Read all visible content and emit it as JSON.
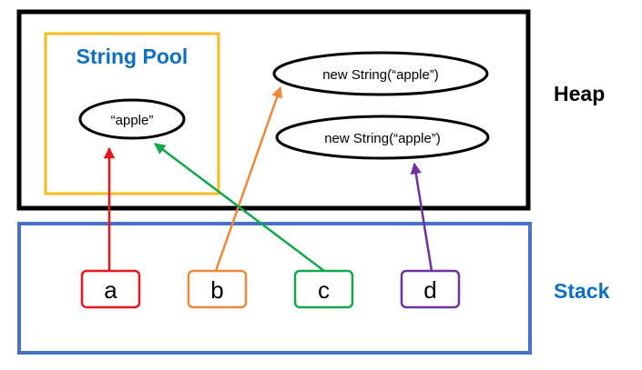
{
  "heap": {
    "label": "Heap",
    "string_pool": {
      "title": "String Pool",
      "literal": "“apple”"
    },
    "objects": [
      {
        "label": "new String(“apple”)"
      },
      {
        "label": "new String(“apple”)"
      }
    ]
  },
  "stack": {
    "label": "Stack",
    "vars": [
      {
        "name": "a",
        "color": "#E8161E",
        "target": "pool-literal"
      },
      {
        "name": "b",
        "color": "#F0883A",
        "target": "heap-object-1"
      },
      {
        "name": "c",
        "color": "#12A84A",
        "target": "pool-literal"
      },
      {
        "name": "d",
        "color": "#7030A0",
        "target": "heap-object-2"
      }
    ]
  },
  "colors": {
    "heap_border": "#000000",
    "pool_border": "#F5BE1E",
    "pool_title": "#0E70C0",
    "stack_border": "#4472C4",
    "stack_label": "#0E70C0",
    "heap_label": "#000000"
  }
}
